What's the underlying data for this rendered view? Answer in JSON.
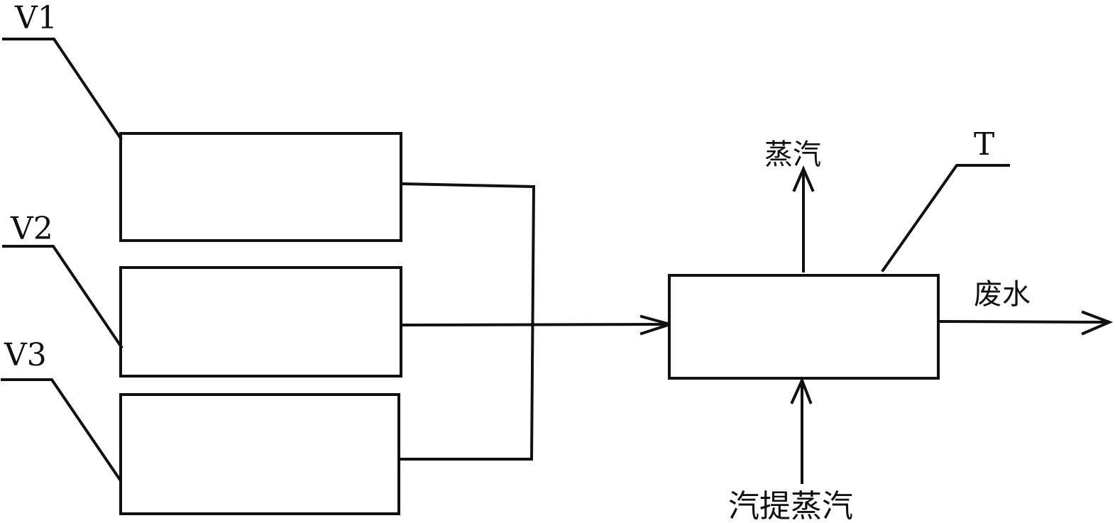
{
  "labels": {
    "v1": "V1",
    "v2": "V2",
    "v3": "V3",
    "t": "T",
    "steam_top": "蒸汽",
    "waste_water": "废水",
    "stripping_steam": "汽提蒸汽"
  },
  "colors": {
    "stroke": "#111111",
    "background": "#ffffff"
  }
}
